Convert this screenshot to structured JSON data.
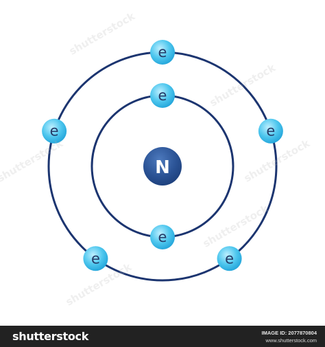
{
  "diagram": {
    "nucleus_symbol": "N",
    "electron_label": "e",
    "shells": [
      {
        "electrons": 2
      },
      {
        "electrons": 5
      }
    ],
    "colors": {
      "orbit": "#1c3570",
      "nucleus_dark": "#1b3d78",
      "nucleus_light": "#4c79bd",
      "electron_light": "#bdefff",
      "electron_mid": "#4fc7ee",
      "electron_dark": "#1fa2d8",
      "electron_text": "#243a66"
    }
  },
  "watermark": {
    "text": "shutterstock"
  },
  "footer": {
    "logo": "shutterstock",
    "image_id": "IMAGE ID: 2077870804",
    "site": "www.shutterstock.com"
  }
}
